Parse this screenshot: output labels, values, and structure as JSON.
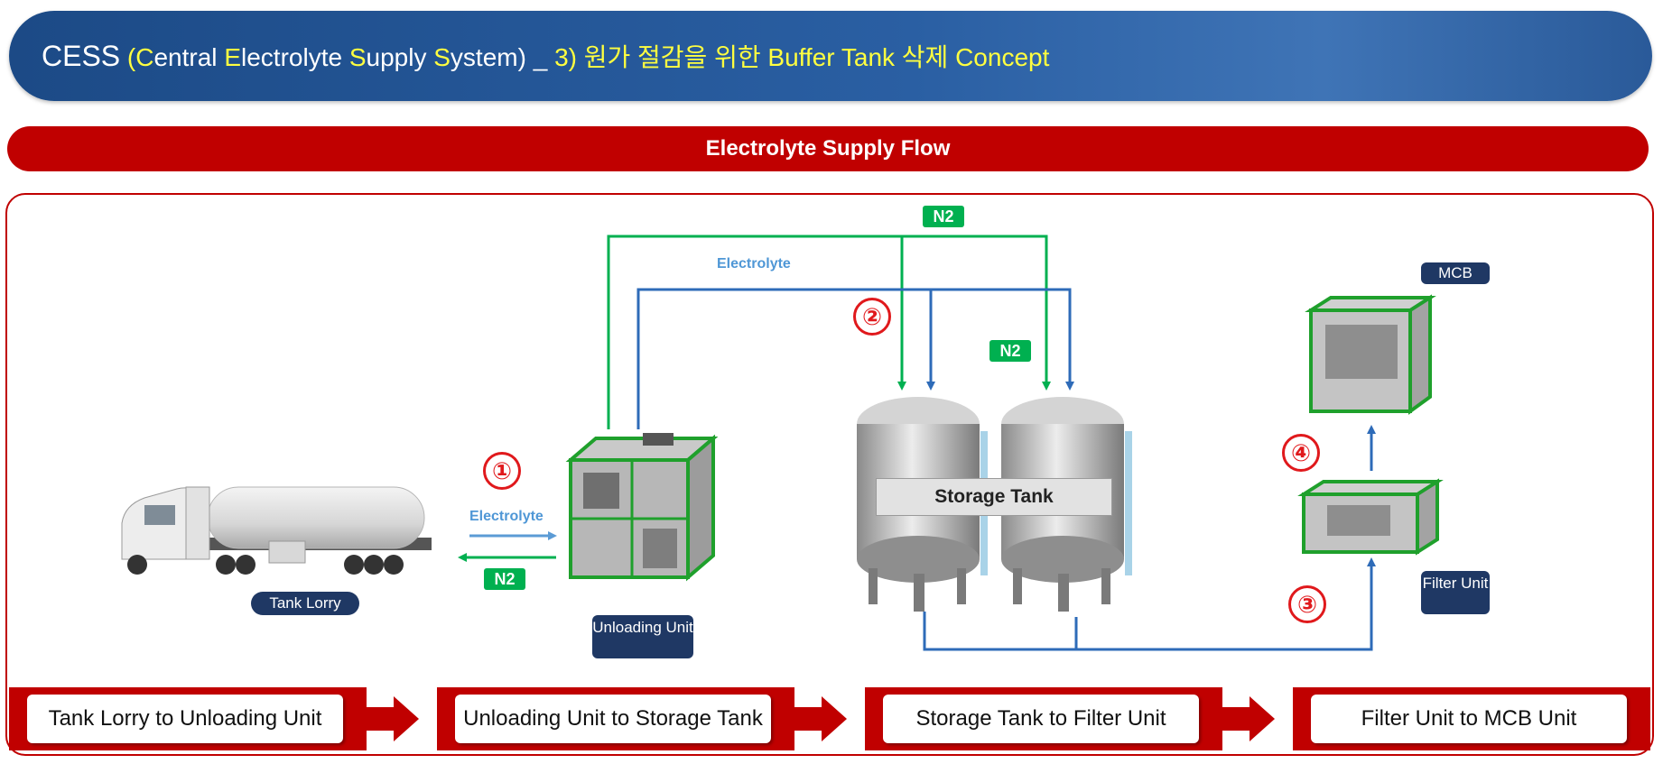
{
  "header": {
    "cess": "CESS",
    "open_paren": " (",
    "c": "C",
    "entral": "entral ",
    "e": "E",
    "lectrolyte": "lectrolyte ",
    "s1": "S",
    "upply": "upply ",
    "s2": "S",
    "ystem": "ystem) _ ",
    "concept": "3) 원가 절감을 위한 Buffer Tank 삭제 Concept"
  },
  "flow_title": "Electrolyte Supply Flow",
  "labels": {
    "tank_lorry": "Tank Lorry",
    "unloading_unit": "Unloading Unit",
    "storage_tank": "Storage Tank",
    "mcb": "MCB",
    "filter_unit": "Filter Unit",
    "electrolyte_top": "Electrolyte",
    "electrolyte_left": "Electrolyte",
    "n2_top": "N2",
    "n2_mid": "N2",
    "n2_left": "N2"
  },
  "steps": [
    "①",
    "②",
    "③",
    "④"
  ],
  "stages": [
    "Tank Lorry to Unloading Unit",
    "Unloading Unit to Storage Tank",
    "Storage Tank to Filter Unit",
    "Filter Unit to MCB Unit"
  ],
  "colors": {
    "header_blue": "#2a5fa3",
    "accent_red": "#c00000",
    "n2_green": "#00b050",
    "electrolyte_blue": "#2e6bb8",
    "tag_navy": "#1f3864"
  }
}
